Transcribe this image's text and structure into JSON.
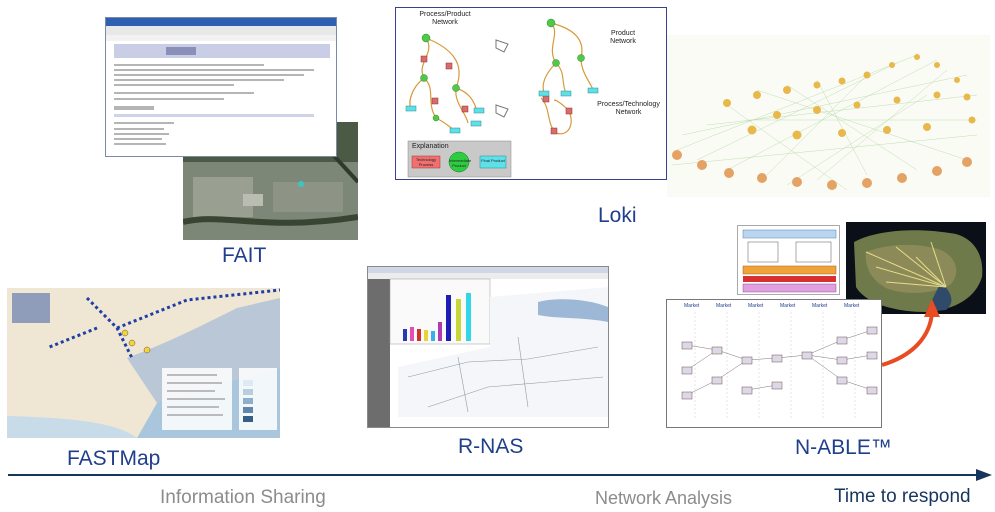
{
  "tools": {
    "fait": "FAIT",
    "loki": "Loki",
    "fastmap": "FASTMap",
    "rnas": "R-NAS",
    "nable": "N-ABLE™"
  },
  "loki_diagram": {
    "top_left": "Process/Product Network",
    "top_right": "Product Network",
    "mid_right": "Process/Technology Network",
    "explanation_title": "Explanation",
    "legend": [
      "Technology Process",
      "Intermediate Product",
      "Final Product"
    ]
  },
  "nable_diagram": {
    "market_label": "Market"
  },
  "axis": {
    "left": "Information Sharing",
    "middle": "Network Analysis",
    "right": "Time to respond",
    "color": "#17365d"
  },
  "colors": {
    "label": "#1f3f8a",
    "axis_text": "#8c8c8c",
    "red_arrow": "#e84c22"
  }
}
